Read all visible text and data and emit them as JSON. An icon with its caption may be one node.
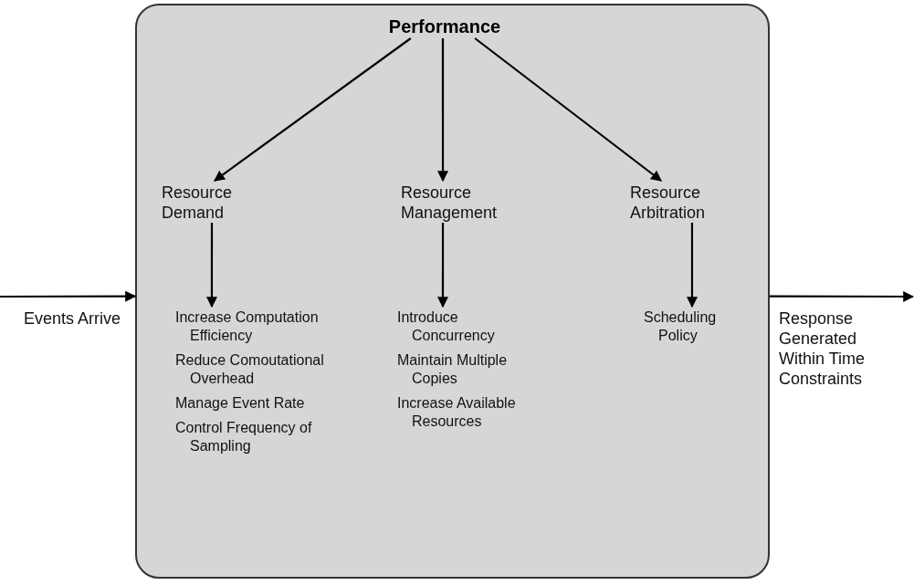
{
  "diagram": {
    "nodes": [
      {
        "text": [],
        "shape": "box"
      },
      {
        "text": [
          "Performance"
        ],
        "in": 0
      },
      {
        "text": [
          "Resource Demand"
        ],
        "in": 0
      },
      {
        "text": [
          "Resource Management"
        ],
        "in": 0
      },
      {
        "text": [
          "Resource Arbitration"
        ],
        "in": 0
      },
      {
        "text": [
          "Increase Computation Efficiency",
          "Reduce Comoutational Overhead",
          "Manage Event Rate",
          "Control Frequency of Sampling"
        ],
        "in": 0
      },
      {
        "text": [
          "Introduce Concurrency",
          "Maintain Multiple Copies",
          "Increase Available Resources"
        ],
        "in": 0
      },
      {
        "text": [
          "Scheduling Policy"
        ],
        "in": 0
      }
    ],
    "edges": [
      {
        "from": 1,
        "to": 2,
        "arrow": "to"
      },
      {
        "from": 1,
        "to": 3,
        "arrow": "to"
      },
      {
        "from": 1,
        "to": 4,
        "arrow": "to"
      },
      {
        "from": 2,
        "to": 5,
        "arrow": "to"
      },
      {
        "from": 3,
        "to": 6,
        "arrow": "to"
      },
      {
        "from": 4,
        "to": 7,
        "arrow": "to"
      },
      {
        "from": null,
        "to": 0,
        "arrow": "to"
      },
      {
        "from": 0,
        "to": null,
        "arrow": "to"
      }
    ],
    "labels": [
      "Events Arrive",
      "Response Generated Within Time Constraints"
    ]
  }
}
